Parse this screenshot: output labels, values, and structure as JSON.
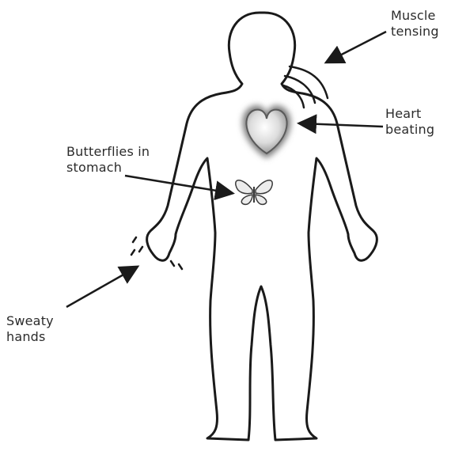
{
  "labels": {
    "muscle_tensing": [
      "Muscle",
      "tensing"
    ],
    "heart_beating": [
      "Heart",
      "beating"
    ],
    "butterflies": [
      "Butterflies in",
      "stomach"
    ],
    "sweaty_hands": [
      "Sweaty",
      "hands"
    ]
  },
  "colors": {
    "outline": "#1a1a1a",
    "text": "#2b2b2b",
    "heart_fill": "#cfcfcf",
    "heart_glow": "#9a9a9a"
  },
  "icons": {
    "heart": "heart-icon",
    "butterfly": "butterfly-icon",
    "motion_lines": "motion-lines-icon",
    "sweat_drops": "sweat-drops-icon"
  }
}
